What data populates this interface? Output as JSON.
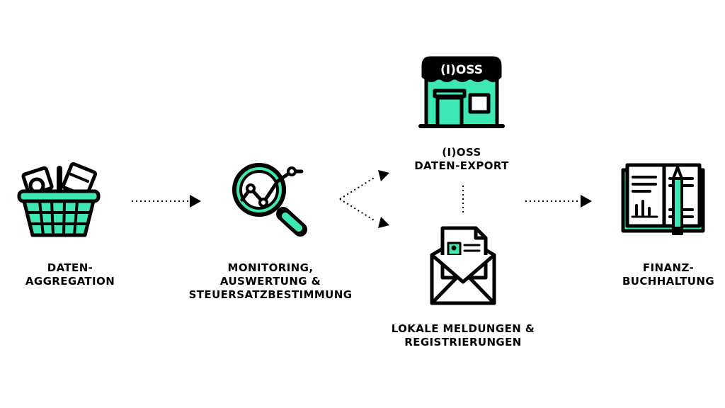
{
  "colors": {
    "accent": "#3ee8b5",
    "ink": "#000000",
    "background": "#ffffff"
  },
  "nodes": {
    "aggregation": {
      "icon": "shopping-basket-icon",
      "lines": [
        "DATEN-",
        "AGGREGATION"
      ]
    },
    "monitoring": {
      "icon": "magnifier-chart-icon",
      "lines": [
        "MONITORING,",
        "AUSWERTUNG &",
        "STEUERSATZBESTIMMUNG"
      ]
    },
    "oss_export": {
      "icon": "storefront-icon",
      "sign_text": "(I)OSS",
      "lines": [
        "(I)OSS",
        "DATEN-EXPORT"
      ]
    },
    "local": {
      "icon": "envelope-document-icon",
      "lines": [
        "LOKALE MELDUNGEN &",
        "REGISTRIERUNGEN"
      ]
    },
    "finance": {
      "icon": "ledger-book-pencil-icon",
      "lines": [
        "FINANZ-",
        "BUCHHALTUNG"
      ]
    }
  }
}
